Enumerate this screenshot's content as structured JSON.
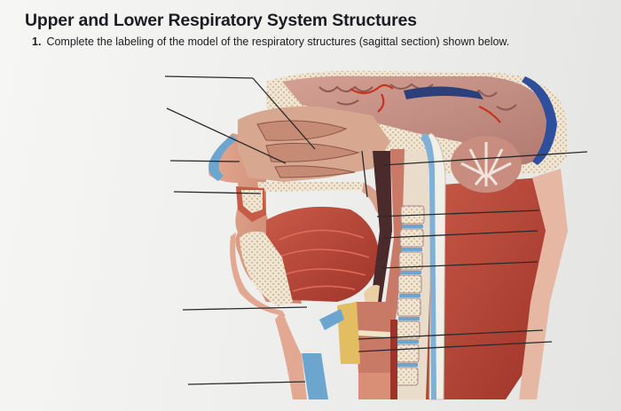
{
  "header": {
    "title": "Upper and Lower Respiratory System Structures"
  },
  "question": {
    "number": "1.",
    "text": "Complete the labeling of the model of the respiratory structures (sagittal section) shown below."
  },
  "figure": {
    "colors": {
      "skin": "#d99a82",
      "muscle": "#b8473a",
      "cartilage_blue": "#6ca6cf",
      "bone": "#ece2cf",
      "brain": "#c58f84",
      "vessel": "#c8351f",
      "spinal_cord": "#f1efe6"
    }
  }
}
